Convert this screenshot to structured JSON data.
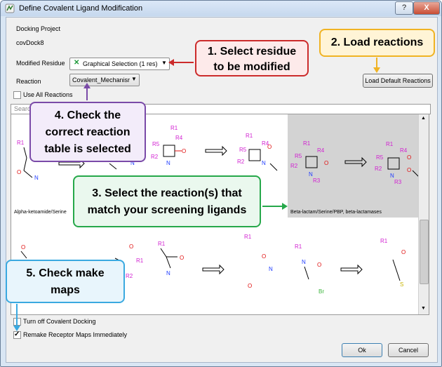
{
  "window": {
    "title": "Define Covalent Ligand Modification",
    "help_label": "?",
    "close_label": "X"
  },
  "project": {
    "heading": "Docking Project",
    "name": "covDock8"
  },
  "form": {
    "residue_label": "Modified Residue",
    "residue_value": "Graphical Selection (1 res)",
    "reaction_label": "Reaction",
    "reaction_value": "Covalent_Mechanisr",
    "use_all_label": "Use All Reactions",
    "search_placeholder": "Search",
    "load_default_label": "Load Default Reactions"
  },
  "reactions": [
    {
      "caption": "Alpha-ketoamide/Serine",
      "selected": false
    },
    {
      "caption": "",
      "selected": false
    },
    {
      "caption": "",
      "selected": false
    },
    {
      "caption": "Beta-lactam/Serine/PBP, beta-lactamases",
      "selected": true
    },
    {
      "caption": "",
      "selected": false
    },
    {
      "caption": "",
      "selected": false
    },
    {
      "caption": "",
      "selected": false
    },
    {
      "caption": "",
      "selected": false
    }
  ],
  "options": {
    "turn_off_label": "Turn off Covalent Docking",
    "turn_off_checked": false,
    "remake_label": "Remake Receptor Maps Immediately",
    "remake_checked": true
  },
  "buttons": {
    "ok_label": "Ok",
    "cancel_label": "Cancel"
  },
  "callouts": {
    "c1_line1": "1. Select residue",
    "c1_line2": "to be modified",
    "c2": "2. Load reactions",
    "c3_line1": "3. Select the reaction(s) that",
    "c3_line2": "match your screening ligands",
    "c4_line1": "4. Check the",
    "c4_line2": "correct reaction",
    "c4_line3": "table is selected",
    "c5_line1": "5. Check make",
    "c5_line2": "maps"
  },
  "colors": {
    "callout1": "#cc2b2b",
    "callout2": "#f0b323",
    "callout3": "#26a84a",
    "callout4": "#7a4aa8",
    "callout5": "#3aa9e0",
    "r_group": "#d11fd1",
    "nitrogen": "#1f3cff",
    "oxygen": "#e01010",
    "bromine": "#3ab53a",
    "sulfur": "#c8b400"
  }
}
